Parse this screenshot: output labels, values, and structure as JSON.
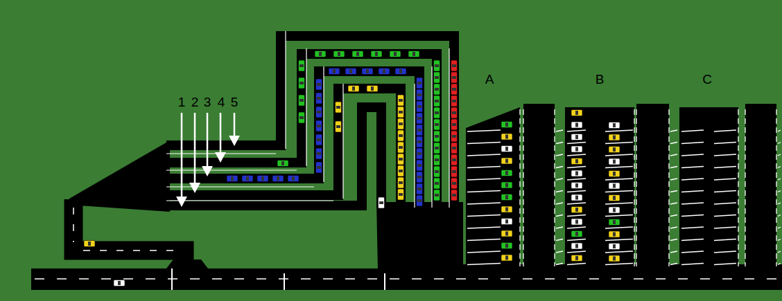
{
  "diagram": {
    "labels": [
      "1",
      "2",
      "3",
      "4",
      "5",
      "A",
      "B",
      "C"
    ]
  }
}
